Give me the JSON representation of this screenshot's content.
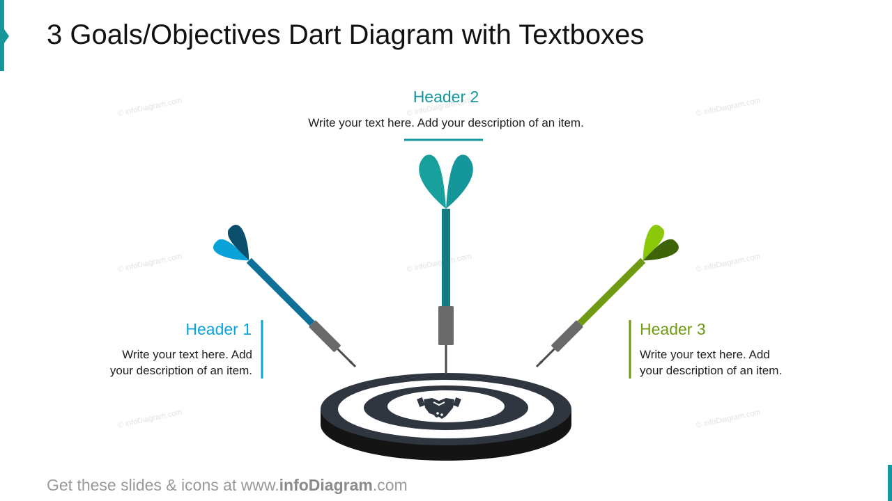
{
  "title": "3 Goals/Objectives Dart Diagram with Textboxes",
  "watermark": "© infoDiagram.com",
  "items": [
    {
      "header": "Header 1",
      "desc_line1": "Write your text here. Add",
      "desc_line2": "your description of an item.",
      "color": "#0aa3d9"
    },
    {
      "header": "Header 2",
      "desc": "Write your text here. Add your description of an item.",
      "color": "#15969a"
    },
    {
      "header": "Header 3",
      "desc_line1": "Write your text here. Add",
      "desc_line2": "your description of an item.",
      "color": "#6f9a12"
    }
  ],
  "center_icon": "handshake-icon",
  "footer": {
    "prefix": "Get these slides & icons at www.",
    "brand": "infoDiagram",
    "suffix": ".com"
  }
}
